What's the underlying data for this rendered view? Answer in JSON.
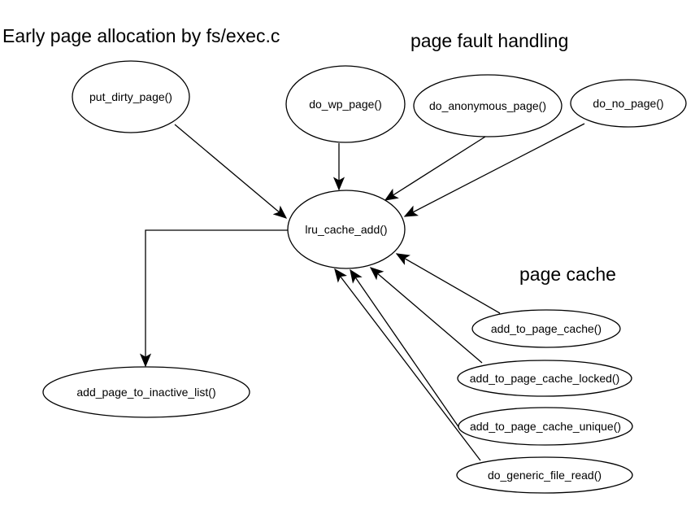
{
  "title": "Early page allocation by fs/exec.c",
  "sections": {
    "page_fault_handling": "page fault handling",
    "page_cache": "page cache"
  },
  "nodes": {
    "put_dirty_page": {
      "label": "put_dirty_page()"
    },
    "do_wp_page": {
      "label": "do_wp_page()"
    },
    "do_anonymous_page": {
      "label": "do_anonymous_page()"
    },
    "do_no_page": {
      "label": "do_no_page()"
    },
    "lru_cache_add": {
      "label": "lru_cache_add()"
    },
    "add_page_to_inactive_list": {
      "label": "add_page_to_inactive_list()"
    },
    "add_to_page_cache": {
      "label": "add_to_page_cache()"
    },
    "add_to_page_cache_locked": {
      "label": "add_to_page_cache_locked()"
    },
    "add_to_page_cache_unique": {
      "label": "add_to_page_cache_unique()"
    },
    "do_generic_file_read": {
      "label": "do_generic_file_read()"
    }
  },
  "edges": [
    {
      "from": "put_dirty_page",
      "to": "lru_cache_add"
    },
    {
      "from": "do_wp_page",
      "to": "lru_cache_add"
    },
    {
      "from": "do_anonymous_page",
      "to": "lru_cache_add"
    },
    {
      "from": "do_no_page",
      "to": "lru_cache_add"
    },
    {
      "from": "lru_cache_add",
      "to": "add_page_to_inactive_list"
    },
    {
      "from": "add_to_page_cache",
      "to": "lru_cache_add"
    },
    {
      "from": "add_to_page_cache_locked",
      "to": "lru_cache_add"
    },
    {
      "from": "add_to_page_cache_unique",
      "to": "lru_cache_add"
    },
    {
      "from": "do_generic_file_read",
      "to": "lru_cache_add"
    }
  ],
  "colors": {
    "background": "#ffffff",
    "stroke": "#000000",
    "text": "#000000"
  }
}
